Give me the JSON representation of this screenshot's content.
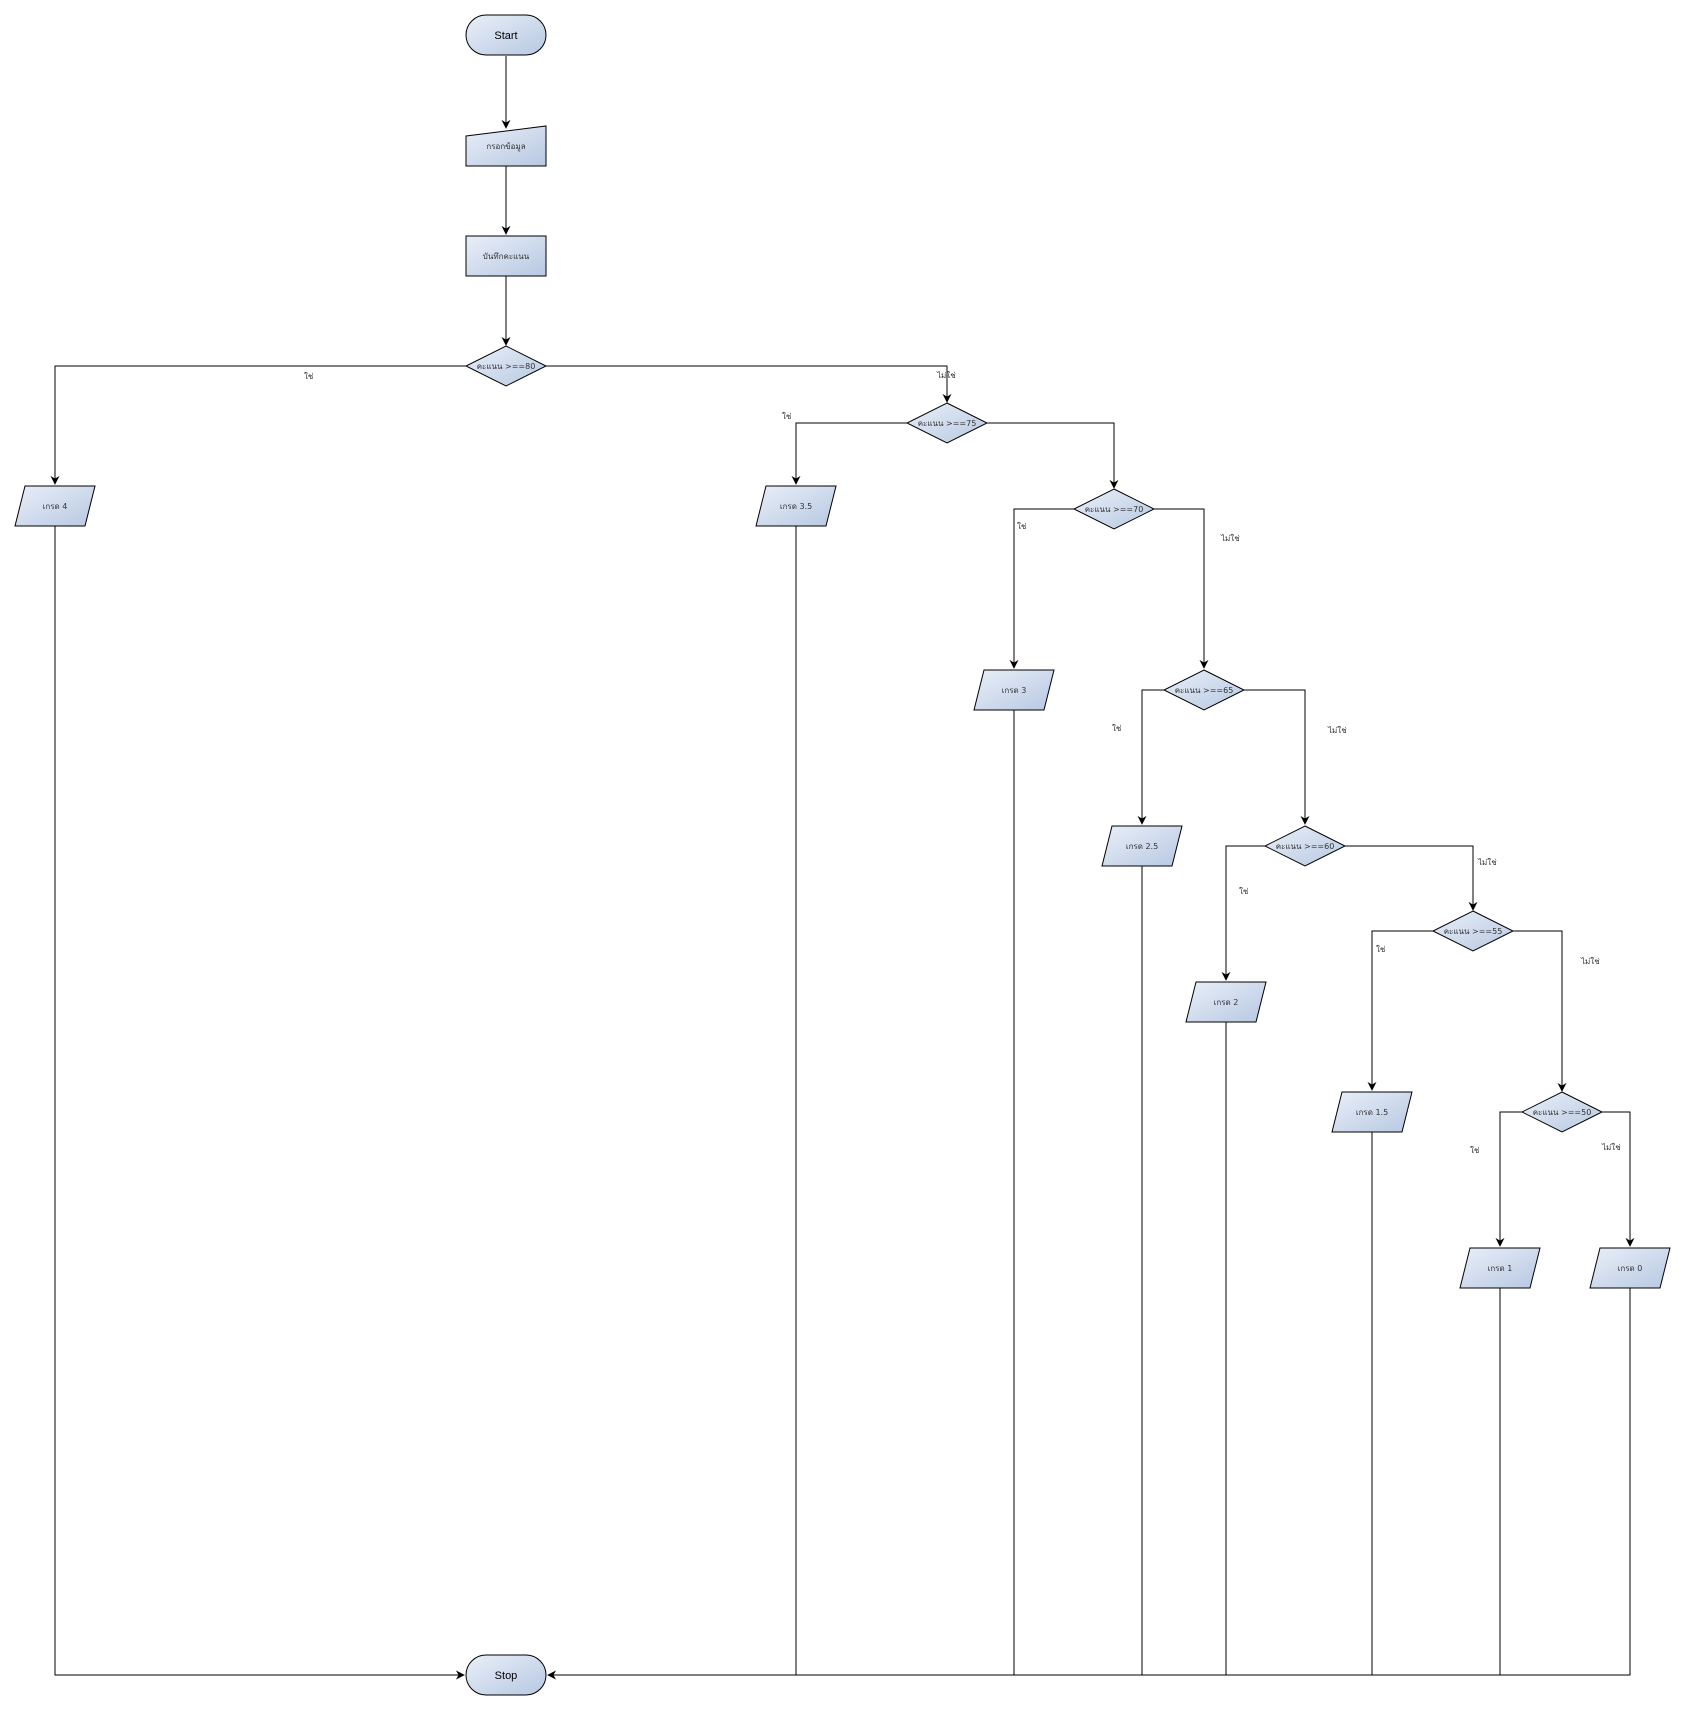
{
  "nodes": {
    "start": "Start",
    "input": "กรอกข้อมูล",
    "record": "บันทึกคะแนน",
    "d80": "คะแนน >==80",
    "d75": "คะแนน >==75",
    "d70": "คะแนน >==70",
    "d65": "คะแนน >==65",
    "d60": "คะแนน >==60",
    "d55": "คะแนน >==55",
    "d50": "คะแนน >==50",
    "g4": "เกรด 4",
    "g35": "เกรด 3.5",
    "g3": "เกรด 3",
    "g25": "เกรด 2.5",
    "g2": "เกรด 2",
    "g15": "เกรด 1.5",
    "g1": "เกรด 1",
    "g0": "เกรด 0",
    "stop": "Stop"
  },
  "labels": {
    "yes": "ใช่",
    "no": "ไม่ใช่"
  },
  "colors": {
    "fill_light": "#e9eff8",
    "fill_dark": "#b7c8e2",
    "stroke": "#000000"
  }
}
